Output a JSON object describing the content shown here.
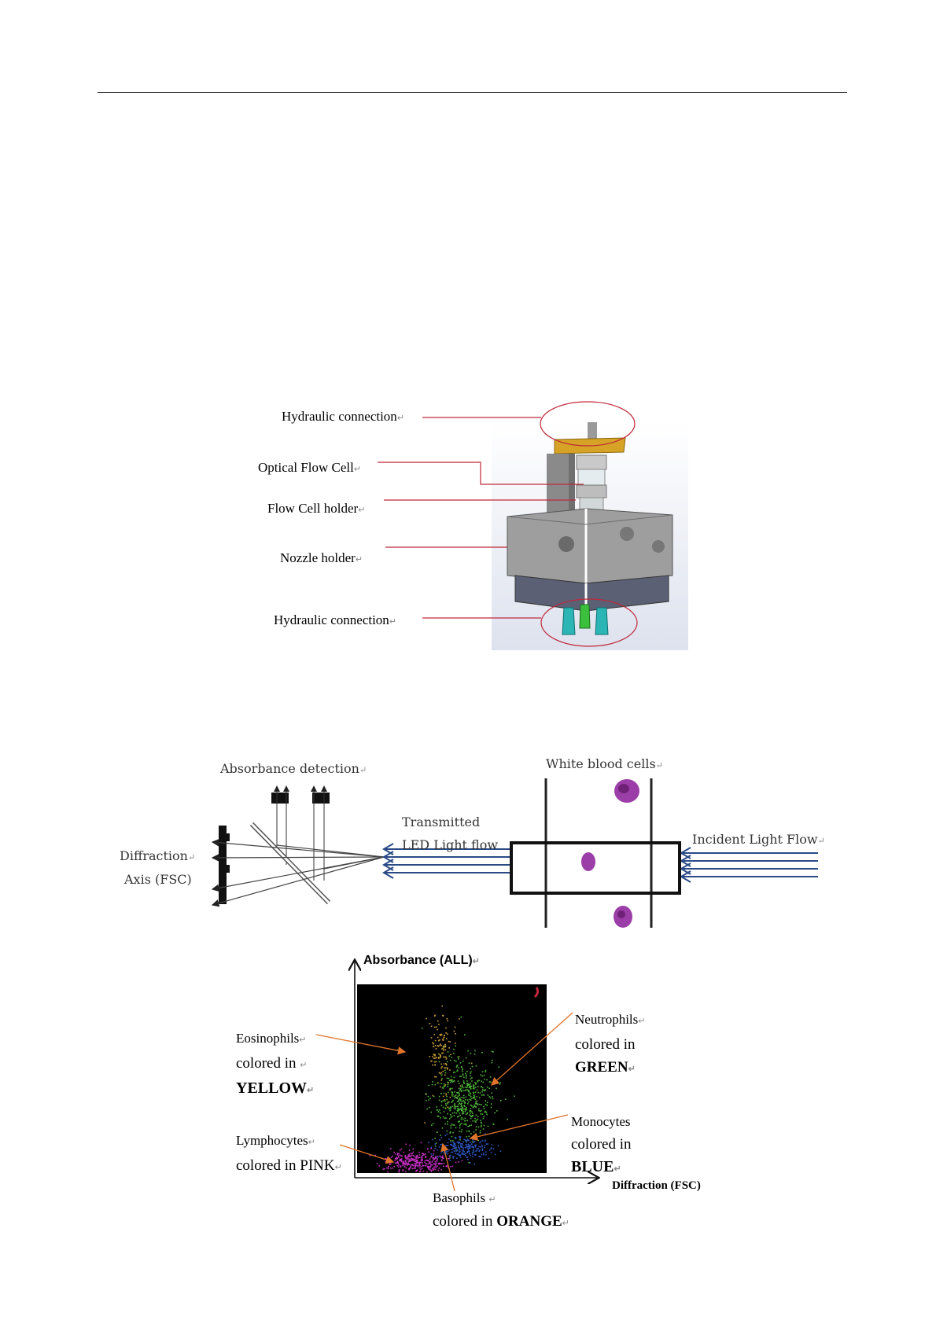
{
  "fig1": {
    "labels": {
      "hydraulic_top": "Hydraulic connection",
      "optical_flow_cell": "Optical Flow Cell",
      "flow_cell_holder": "Flow Cell holder",
      "nozzle_holder": "Nozzle holder",
      "hydraulic_bottom": "Hydraulic connection"
    },
    "colors": {
      "callout": "#c0283a",
      "block": "#8f8f8f",
      "clamp": "#d6a326",
      "nozzle_teal": "#2bb5b5",
      "nozzle_green": "#3cbf3c"
    }
  },
  "fig2": {
    "labels": {
      "absorbance_detection": "Absorbance detection",
      "white_blood_cells": "White blood cells",
      "transmitted_1": "Transmitted",
      "transmitted_2": "LED Light flow",
      "incident": "Incident Light Flow",
      "diffraction_1": "Diffraction",
      "diffraction_2": "Axis (FSC)"
    },
    "colors": {
      "arrows": "#2a4a86",
      "cell": "#9c3ea8"
    }
  },
  "fig3": {
    "axis_y": "Absorbance  (ALL)",
    "axis_x": "Diffraction (FSC)",
    "eosinophils": {
      "l1": "Eosinophils",
      "l2": "colored in ",
      "l3": "YELLOW"
    },
    "neutrophils": {
      "l1": "Neutrophils",
      "l2": "colored in",
      "l3": "GREEN"
    },
    "monocytes": {
      "l1": "Monocytes",
      "l2": "colored in",
      "l3": "BLUE"
    },
    "lymphocytes": {
      "l1": "Lymphocytes",
      "l2": "colored in PINK"
    },
    "basophils": {
      "l1": "Basophils ",
      "l2": "colored in ",
      "l3": "ORANGE"
    },
    "colors": {
      "eos": "#c9a13a",
      "neu": "#4fb63a",
      "mono": "#2f58c8",
      "lymph": "#c32fc0",
      "pointer": "#e0742a",
      "plot_bg": "#000000"
    }
  },
  "para_mark": "↵"
}
